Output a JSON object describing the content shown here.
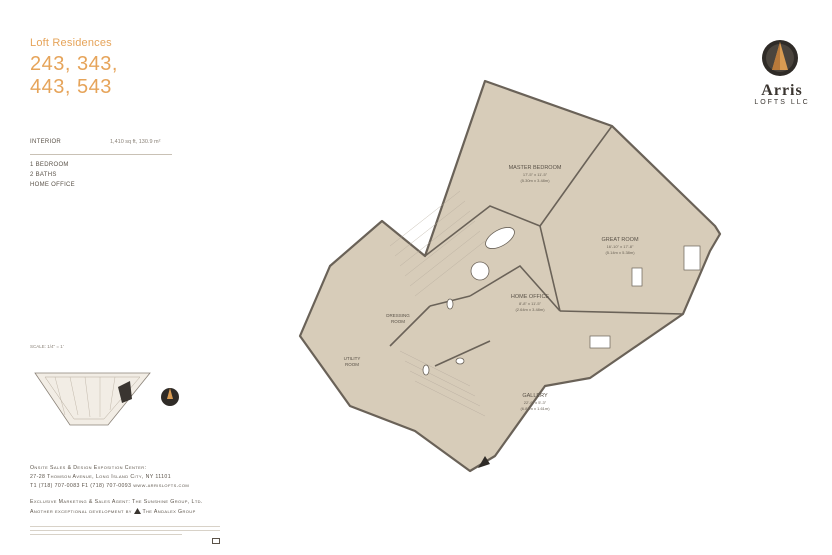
{
  "header": {
    "subtitle": "Loft Residences",
    "units": [
      "243, 343,",
      "443, 543"
    ]
  },
  "logo": {
    "word": "Arris",
    "sub": "LOFTS LLC"
  },
  "specs": {
    "label": "INTERIOR",
    "value": "1,410 sq ft, 130.9 m²",
    "features": [
      "1 BEDROOM",
      "2 BATHS",
      "HOME OFFICE"
    ]
  },
  "keyplan": {
    "scale": "SCALE: 1/4\" = 1'"
  },
  "rooms": {
    "master_bedroom": {
      "name": "MASTER BEDROOM",
      "dim_imp": "17'-5\" x 11'-5\"",
      "dim_met": "(5.30m x 3.48m)"
    },
    "great_room": {
      "name": "GREAT ROOM",
      "dim_imp": "16'-10\" x 17'-8\"",
      "dim_met": "(5.14m x 5.38m)"
    },
    "home_office": {
      "name": "HOME OFFICE",
      "dim_imp": "8'-8\" x 11'-5\"",
      "dim_met": "(2.64m x 3.48m)"
    },
    "gallery": {
      "name": "GALLERY",
      "dim_imp": "22'-6\" x 5'-3\"",
      "dim_met": "(6.87m x 1.61m)"
    },
    "dressing_room": {
      "line1": "DRESSING",
      "line2": "ROOM"
    },
    "utility_room": {
      "line1": "UTILITY",
      "line2": "ROOM"
    }
  },
  "footer": {
    "onsite": "Onsite Sales & Design Exposition Center:",
    "address": "27-28 Thomson Avenue, Long Island City, NY 11101",
    "phone": "T1 (718) 707-0083  F1 (718) 707-0093  www.arrislofts.com",
    "marketing": "Exclusive Marketing & Sales Agent: The Sunshine Group, Ltd.",
    "development": "Another exceptional development by",
    "developer": "The Andalex Group"
  },
  "colors": {
    "accent": "#e6a45a",
    "room_fill": "#d7ccb9",
    "wall": "#6a6258",
    "text": "#5a5248"
  }
}
